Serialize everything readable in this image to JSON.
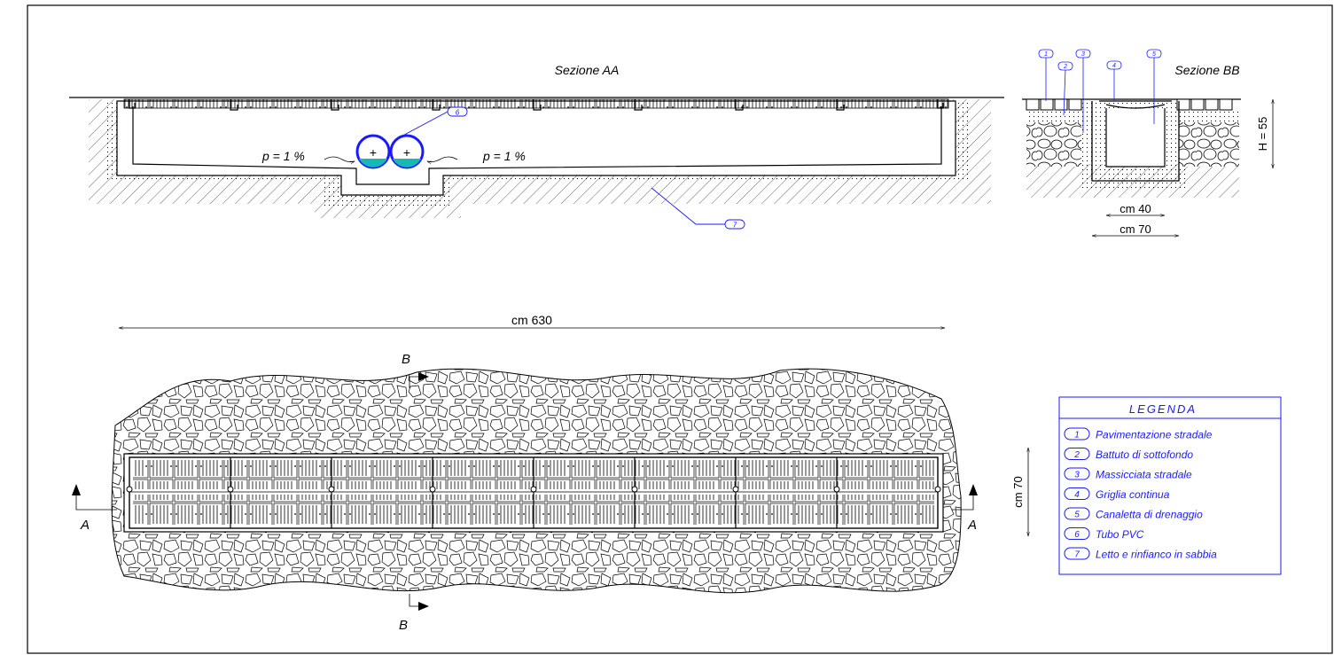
{
  "section_aa": {
    "title": "Sezione AA",
    "slope_left": "p = 1 %",
    "slope_right": "p = 1 %",
    "callout_pvc": "6",
    "callout_sand": "7"
  },
  "section_bb": {
    "title": "Sezione BB",
    "callouts": [
      "1",
      "2",
      "3",
      "4",
      "5"
    ],
    "height_label": "H = 55",
    "inner_width_label": "cm 40",
    "outer_width_label": "cm 70"
  },
  "plan": {
    "length_label": "cm 630",
    "width_label": "cm 70",
    "cut_b_top": "B",
    "cut_b_bottom": "B",
    "cut_a_left": "A",
    "cut_a_right": "A"
  },
  "legend": {
    "title": "LEGENDA",
    "items": [
      {
        "num": "1",
        "label": "Pavimentazione stradale"
      },
      {
        "num": "2",
        "label": "Battuto di sottofondo"
      },
      {
        "num": "3",
        "label": "Massicciata stradale"
      },
      {
        "num": "4",
        "label": "Griglia continua"
      },
      {
        "num": "5",
        "label": "Canaletta di drenaggio"
      },
      {
        "num": "6",
        "label": "Tubo PVC"
      },
      {
        "num": "7",
        "label": "Letto e rinfianco in sabbia"
      }
    ]
  },
  "colors": {
    "line": "#000000",
    "accent": "#1a1aff",
    "water": "#19b8b8"
  }
}
